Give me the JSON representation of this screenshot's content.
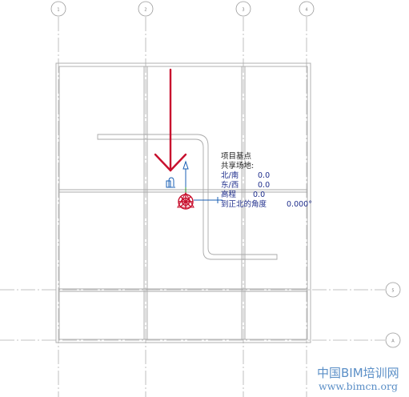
{
  "grid_bubbles": {
    "top": [
      "1",
      "2",
      "3",
      "4"
    ],
    "right": [
      "5",
      "A"
    ]
  },
  "base_point_label": {
    "title": "项目基点",
    "subtitle": "共享场地:",
    "ns_label": "北/南",
    "ns_value": "0.0",
    "ew_label": "东/西",
    "ew_value": "0.0",
    "elev_label": "高程",
    "elev_value": "0.0",
    "angle_label": "到正北的角度",
    "angle_value": "0.000°"
  },
  "colors": {
    "arrow": "#c8102e",
    "marker": "#c8102e",
    "label_blue": "#1f2e8c",
    "control_blue": "#1a5fb4",
    "watermark": "#5b8fc7"
  },
  "watermark": {
    "title": "中国BIM培训网",
    "url": "www.bimcn.org"
  }
}
